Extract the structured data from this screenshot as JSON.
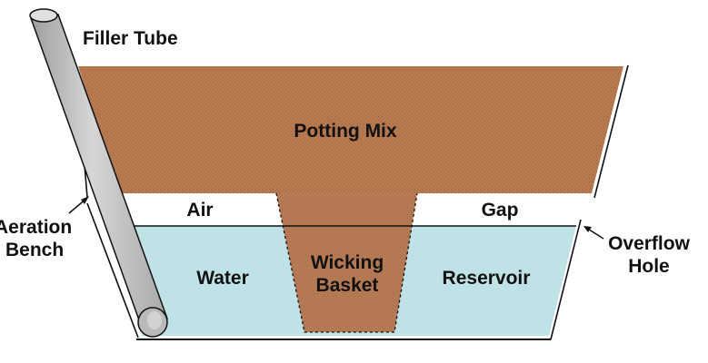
{
  "labels": {
    "filler_tube": "Filler Tube",
    "potting_mix": "Potting Mix",
    "air": "Air",
    "gap": "Gap",
    "aeration_bench_line1": "Aeration",
    "aeration_bench_line2": "Bench",
    "overflow_hole_line1": "Overflow",
    "overflow_hole_line2": "Hole",
    "water": "Water",
    "wicking_basket_line1": "Wicking",
    "wicking_basket_line2": "Basket",
    "reservoir": "Reservoir"
  },
  "colors": {
    "potting_mix": "#b87a50",
    "water_reservoir": "#bfe2e6",
    "wicking_basket": "#b67b55",
    "filler_tube": "#c6c6c6",
    "outline": "#111111",
    "background": "#ffffff"
  }
}
